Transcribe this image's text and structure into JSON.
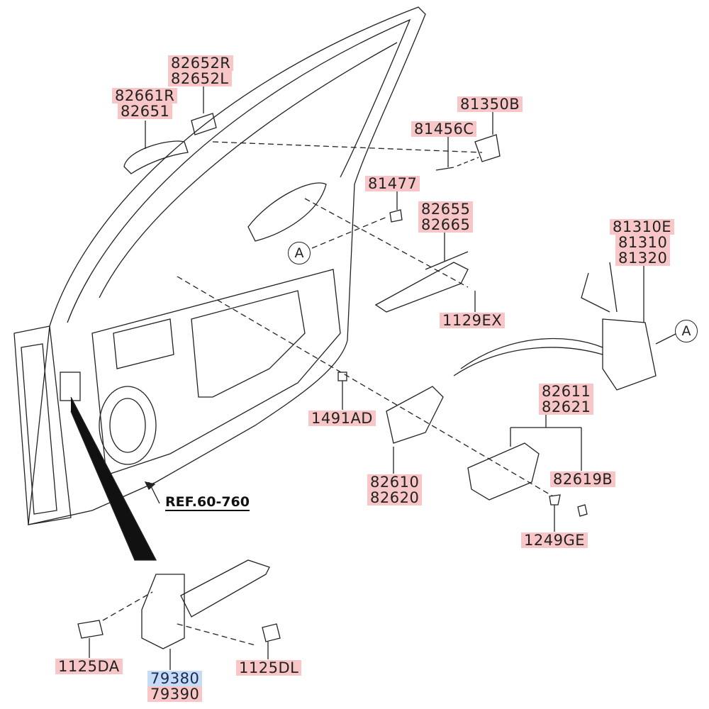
{
  "colors": {
    "label_highlight": "#f8c6c6",
    "selected_highlight": "#c6dbf5",
    "line": "#222222"
  },
  "labels": {
    "p82652R": "82652R",
    "p82652L": "82652L",
    "p82661R": "82661R",
    "p82651": "82651",
    "p81350B": "81350B",
    "p81456C": "81456C",
    "p81477": "81477",
    "p82655": "82655",
    "p82665": "82665",
    "p81310E": "81310E",
    "p81310": "81310",
    "p81320": "81320",
    "p1129EX": "1129EX",
    "p82611": "82611",
    "p82621": "82621",
    "p1491AD": "1491AD",
    "p82610": "82610",
    "p82620": "82620",
    "p82619B": "82619B",
    "p1249GE": "1249GE",
    "p1125DA": "1125DA",
    "p79380": "79380",
    "p79390": "79390",
    "p1125DL": "1125DL"
  },
  "reference": "REF.60-760",
  "callout": "A"
}
